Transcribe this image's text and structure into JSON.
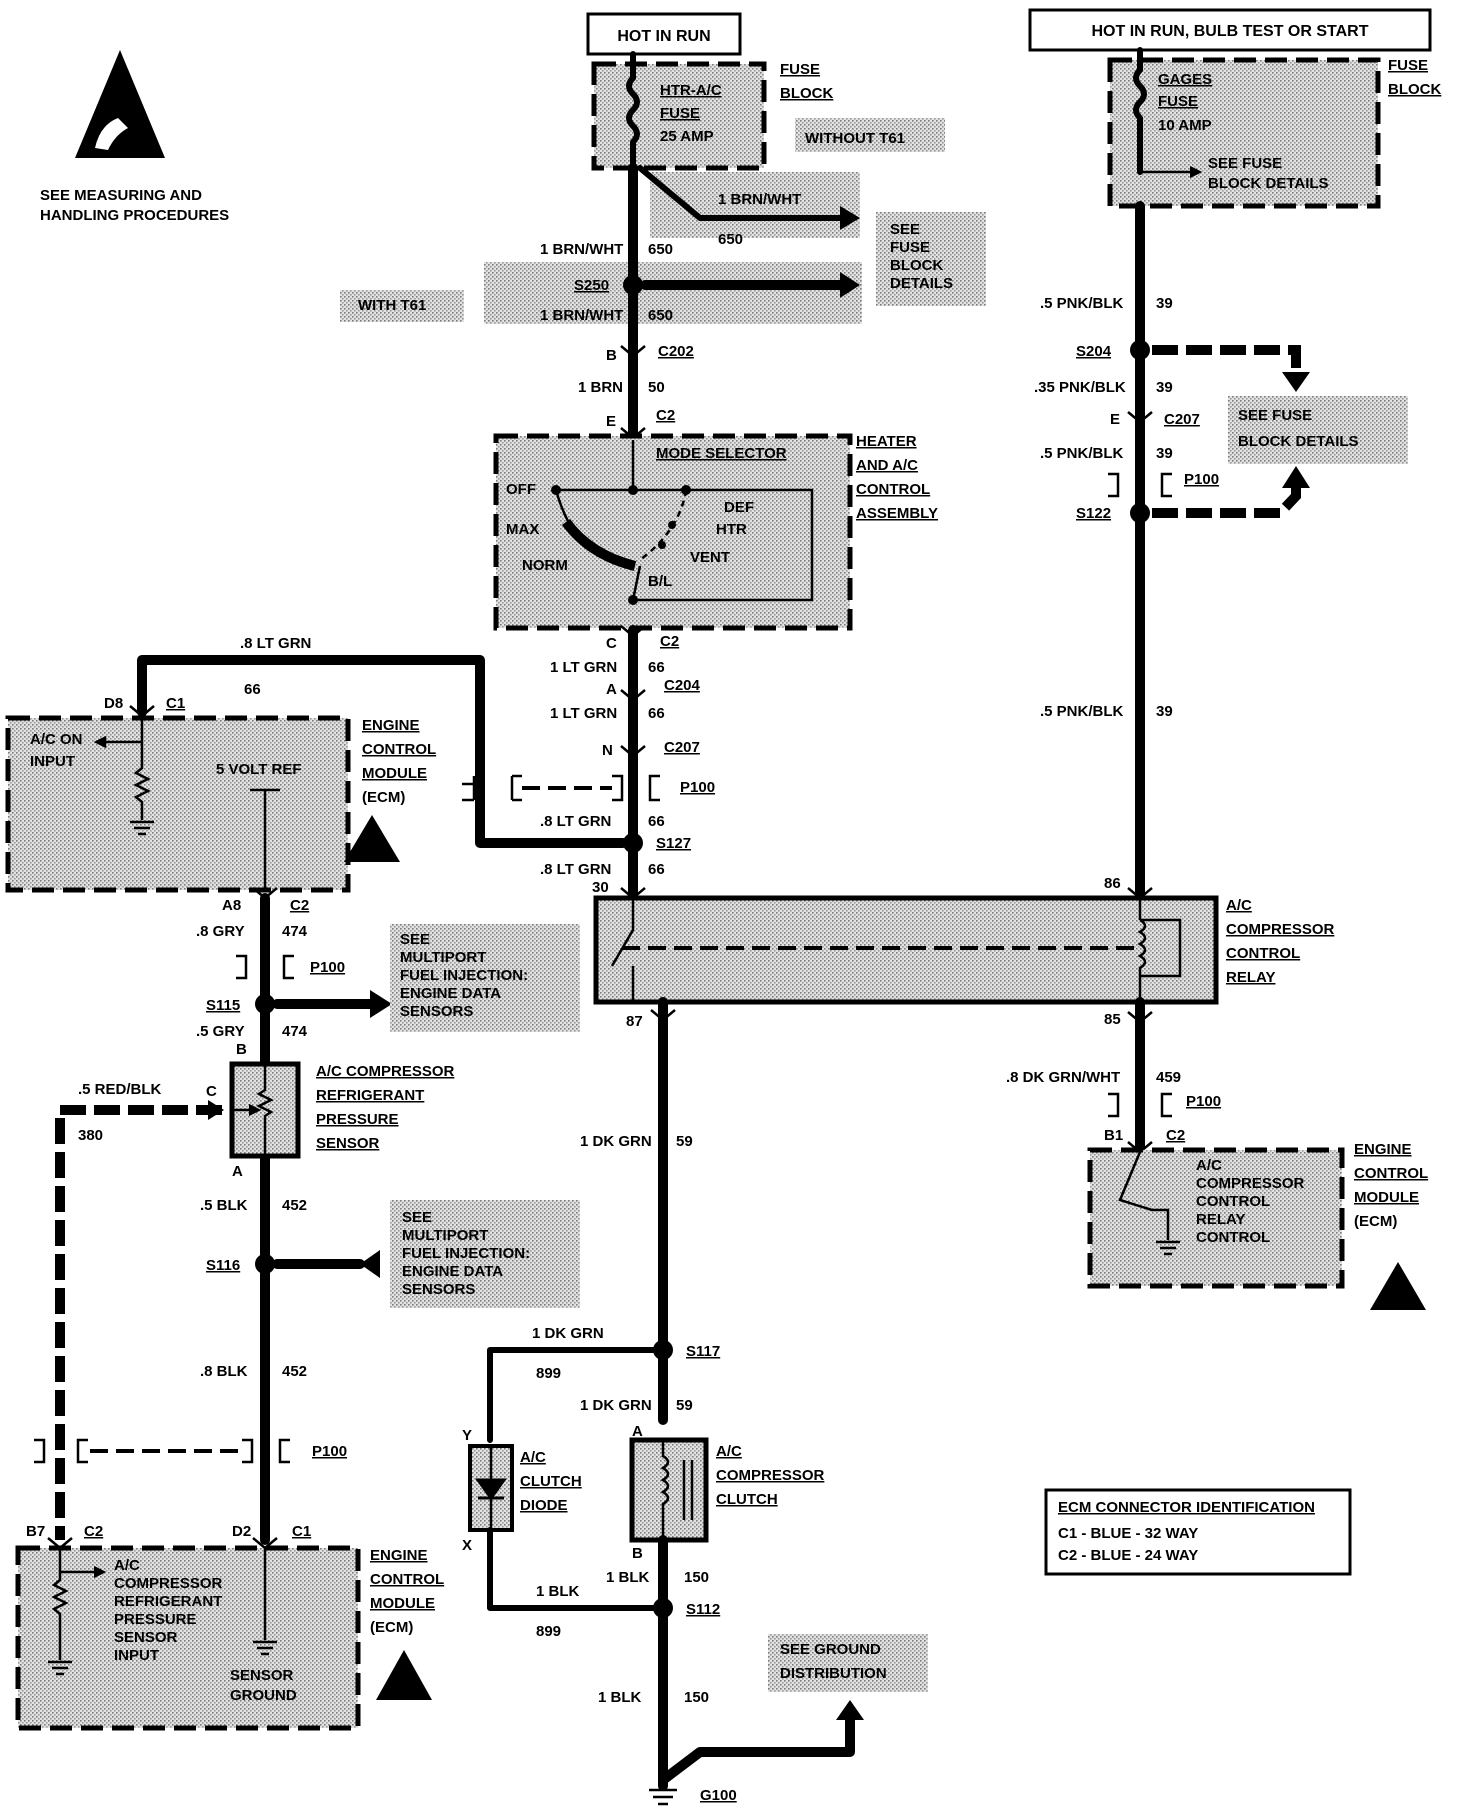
{
  "esd": {
    "note_line1": "SEE MEASURING AND",
    "note_line2": "HANDLING PROCEDURES"
  },
  "power": {
    "left_header": "HOT IN RUN",
    "right_header": "HOT IN RUN, BULB TEST OR START"
  },
  "fuse_block_left": {
    "label1": "FUSE",
    "label2": "BLOCK",
    "fuse_line1": "HTR-A/C",
    "fuse_line2": "FUSE",
    "fuse_line3": "25 AMP",
    "option": "WITHOUT T61",
    "branch_wire": "1 BRN/WHT",
    "branch_circuit": "650",
    "see1": "SEE",
    "see2": "FUSE",
    "see3": "BLOCK",
    "see4": "DETAILS"
  },
  "fuse_block_right": {
    "label1": "FUSE",
    "label2": "BLOCK",
    "fuse_line1": "GAGES",
    "fuse_line2": "FUSE",
    "fuse_line3": "10 AMP",
    "see1": "SEE FUSE",
    "see2": "BLOCK DETAILS"
  },
  "left_feed": {
    "wire1": "1 BRN/WHT",
    "circuit1": "650",
    "splice": "S250",
    "with_option": "WITH T61",
    "wire2": "1 BRN/WHT",
    "circuit2": "650",
    "c202_pin": "B",
    "c202": "C202",
    "wire3": "1 BRN",
    "circuit3": "50",
    "c2_pin_e": "E",
    "c2_top": "C2"
  },
  "heater": {
    "mode_selector": "MODE SELECTOR",
    "title1": "HEATER",
    "title2": "AND A/C",
    "title3": "CONTROL",
    "title4": "ASSEMBLY",
    "off": "OFF",
    "max": "MAX",
    "norm": "NORM",
    "def": "DEF",
    "htr": "HTR",
    "vent": "VENT",
    "bl": "B/L",
    "c2_pin_c": "C",
    "c2_bottom": "C2"
  },
  "center_mid": {
    "wire1": "1 LT GRN",
    "circuit1": "66",
    "c204_pin": "A",
    "c204": "C204",
    "wire2": "1 LT GRN",
    "circuit2": "66",
    "c207_pin": "N",
    "c207": "C207",
    "p100": "P100",
    "wire3": ".8 LT GRN",
    "circuit3": "66",
    "splice": "S127",
    "wire4": ".8 LT GRN",
    "circuit4": "66",
    "relay_pin30": "30"
  },
  "ecm_top": {
    "wire": ".8 LT GRN",
    "circuit": "66",
    "pin": "D8",
    "connector": "C1",
    "ac_on1": "A/C ON",
    "ac_on2": "INPUT",
    "vref": "5 VOLT REF",
    "title1": "ENGINE",
    "title2": "CONTROL",
    "title3": "MODULE",
    "title4": "(ECM)",
    "pin_a8": "A8",
    "connector2": "C2"
  },
  "left_sensor": {
    "wire1": ".8 GRY",
    "circuit1": "474",
    "p100": "P100",
    "splice1": "S115",
    "wire2": ".5 GRY",
    "circuit2": "474",
    "see1": "SEE",
    "see2": "MULTIPORT",
    "see3": "FUEL INJECTION:",
    "see4": "ENGINE DATA",
    "see5": "SENSORS",
    "pin_b": "B",
    "pin_c": "C",
    "pin_a": "A",
    "sensor1": "A/C COMPRESSOR",
    "sensor2": "REFRIGERANT",
    "sensor3": "PRESSURE",
    "sensor4": "SENSOR",
    "red_wire": ".5 RED/BLK",
    "red_circuit": "380",
    "wire3": ".5 BLK",
    "circuit3": "452",
    "splice2": "S116",
    "see2_1": "SEE",
    "see2_2": "MULTIPORT",
    "see2_3": "FUEL INJECTION:",
    "see2_4": "ENGINE DATA",
    "see2_5": "SENSORS",
    "wire4": ".8 BLK",
    "circuit4": "452",
    "p100b": "P100"
  },
  "ecm_bottom": {
    "pin_b7": "B7",
    "conn_c2": "C2",
    "pin_d2": "D2",
    "conn_c1": "C1",
    "input1": "A/C",
    "input2": "COMPRESSOR",
    "input3": "REFRIGERANT",
    "input4": "PRESSURE",
    "input5": "SENSOR",
    "input6": "INPUT",
    "ground1": "SENSOR",
    "ground2": "GROUND",
    "title1": "ENGINE",
    "title2": "CONTROL",
    "title3": "MODULE",
    "title4": "(ECM)"
  },
  "relay": {
    "title1": "A/C",
    "title2": "COMPRESSOR",
    "title3": "CONTROL",
    "title4": "RELAY",
    "pin86": "86",
    "pin85": "85",
    "pin87": "87"
  },
  "right_feed": {
    "wire1": ".5 PNK/BLK",
    "circuit1": "39",
    "splice1": "S204",
    "wire2": ".35 PNK/BLK",
    "circuit2": "39",
    "c207_pin": "E",
    "c207": "C207",
    "wire3": ".5 PNK/BLK",
    "circuit3": "39",
    "p100": "P100",
    "splice2": "S122",
    "wire4": ".5 PNK/BLK",
    "circuit4": "39",
    "wire5": ".8 DK GRN/WHT",
    "circuit5": "459",
    "p100b": "P100",
    "pin_b1": "B1",
    "conn_c2": "C2"
  },
  "ecm_right": {
    "relay1": "A/C",
    "relay2": "COMPRESSOR",
    "relay3": "CONTROL",
    "relay4": "RELAY",
    "relay5": "CONTROL",
    "title1": "ENGINE",
    "title2": "CONTROL",
    "title3": "MODULE",
    "title4": "(ECM)"
  },
  "clutch": {
    "wire1": "1 DK GRN",
    "circuit1": "59",
    "wire2": "1 DK GRN",
    "circuit2": "899",
    "splice1": "S117",
    "wire3": "1 DK GRN",
    "circuit3": "59",
    "pin_y": "Y",
    "pin_x": "X",
    "pin_a": "A",
    "pin_b": "B",
    "diode1": "A/C",
    "diode2": "CLUTCH",
    "diode3": "DIODE",
    "clutch1": "A/C",
    "clutch2": "COMPRESSOR",
    "clutch3": "CLUTCH",
    "wire4": "1 BLK",
    "circuit4": "150",
    "wire5": "1 BLK",
    "circuit5": "899",
    "splice2": "S112",
    "wire6": "1 BLK",
    "circuit6": "150",
    "see1": "SEE GROUND",
    "see2": "DISTRIBUTION",
    "ground": "G100"
  },
  "ecm_connector_id": {
    "title": "ECM CONNECTOR IDENTIFICATION",
    "c1": "C1 - BLUE - 32 WAY",
    "c2": "C2 - BLUE - 24 WAY"
  }
}
